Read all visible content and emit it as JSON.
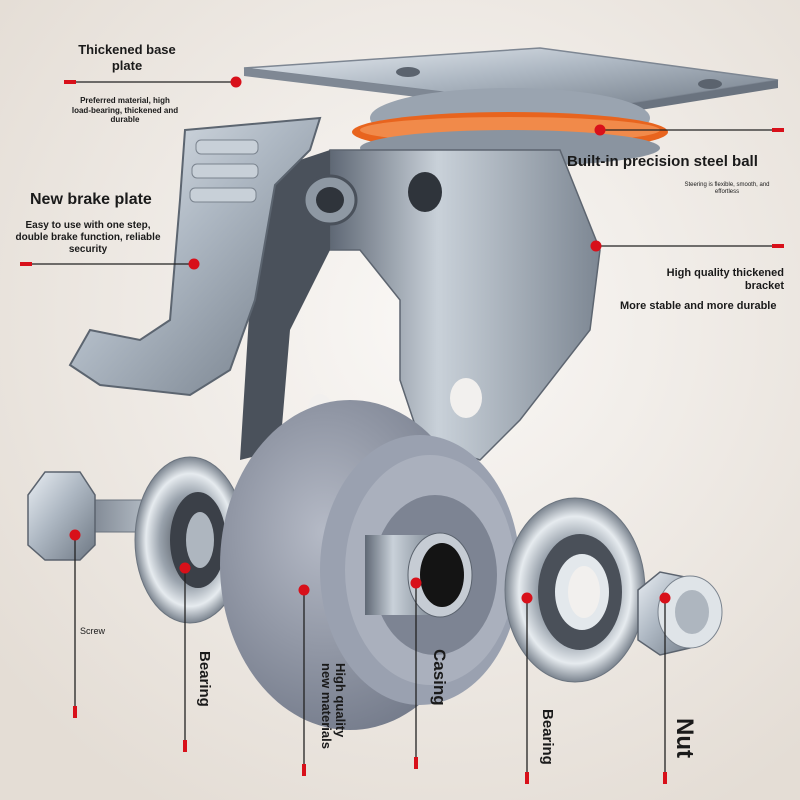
{
  "labels": {
    "base_plate_title": "Thickened base plate",
    "base_plate_desc": "Preferred material, high load-bearing, thickened and durable",
    "steel_ball_title": "Built-in precision steel ball",
    "steel_ball_desc": "Steering is flexible, smooth, and effortless",
    "brake_title": "New brake plate",
    "brake_desc": "Easy to use with one step, double brake function, reliable security",
    "bracket_title": "High quality thickened bracket",
    "bracket_desc": "More stable and more durable",
    "screw": "Screw",
    "bearing_left": "Bearing",
    "wheel_material": "High quality new materials",
    "casing": "Casing",
    "bearing_right": "Bearing",
    "nut": "Nut"
  },
  "colors": {
    "background": "#ece6df",
    "marker_red": "#d8101a",
    "orange_ring": "#e8641e",
    "metal": "#b9c2cc",
    "wheel_gray": "#8f96a6"
  }
}
